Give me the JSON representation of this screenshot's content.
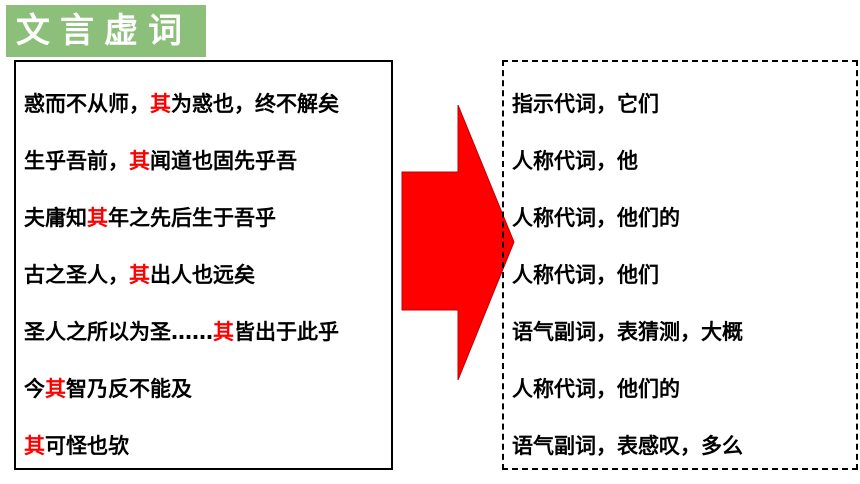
{
  "title": "文言虚词",
  "colors": {
    "title_bg": "#8cc07a",
    "highlight": "#ff0000",
    "arrow": "#ff0000"
  },
  "sentences": [
    {
      "pre": "惑而不从师，",
      "key": "其",
      "post": "为惑也，终不解矣"
    },
    {
      "pre": "生乎吾前，",
      "key": "其",
      "post": "闻道也固先乎吾"
    },
    {
      "pre": "夫庸知",
      "key": "其",
      "post": "年之先后生于吾乎"
    },
    {
      "pre": "古之圣人，",
      "key": "其",
      "post": "出人也远矣"
    },
    {
      "pre": "圣人之所以为圣……",
      "key": "其",
      "post": "皆出于此乎"
    },
    {
      "pre": "今",
      "key": "其",
      "post": "智乃反不能及"
    },
    {
      "pre": "",
      "key": "其",
      "post": "可怪也欤"
    }
  ],
  "meanings": [
    "指示代词，它们",
    "人称代词，他",
    "人称代词，他们的",
    "人称代词，他们",
    "语气副词，表猜测，大概",
    "人称代词，他们的",
    "语气副词，表感叹，多么"
  ]
}
